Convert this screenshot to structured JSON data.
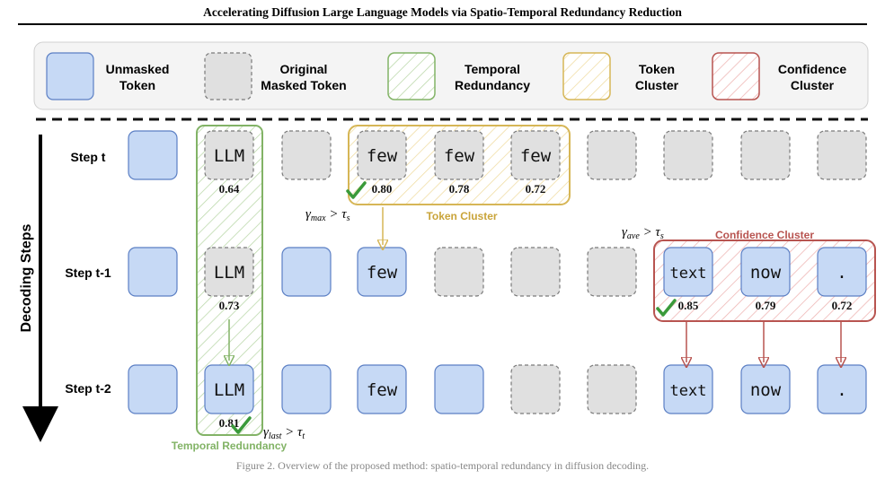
{
  "header": {
    "title": "Accelerating Diffusion Large Language Models via Spatio-Temporal Redundancy Reduction"
  },
  "legend": {
    "items": [
      {
        "line1": "Unmasked",
        "line2": "Token"
      },
      {
        "line1": "Original",
        "line2": "Masked Token"
      },
      {
        "line1": "Temporal",
        "line2": "Redundancy"
      },
      {
        "line1": "Token",
        "line2": "Cluster"
      },
      {
        "line1": "Confidence",
        "line2": "Cluster"
      }
    ]
  },
  "axis": {
    "label": "Decoding Steps"
  },
  "steps": [
    {
      "label": "Step t",
      "tokens": {
        "1": "LLM",
        "3": "few",
        "4": "few",
        "5": "few"
      },
      "conf": {
        "1": "0.64",
        "3": "0.80",
        "4": "0.78",
        "5": "0.72"
      }
    },
    {
      "label": "Step t-1",
      "tokens": {
        "1": "LLM",
        "3": "few",
        "7": "text",
        "8": "now",
        "9": "."
      },
      "conf": {
        "1": "0.73",
        "7": "0.85",
        "8": "0.79",
        "9": "0.72"
      }
    },
    {
      "label": "Step t-2",
      "tokens": {
        "1": "LLM",
        "3": "few",
        "7": "text",
        "8": "now",
        "9": "."
      },
      "conf": {
        "1": "0.81"
      }
    }
  ],
  "annotations": {
    "token_cluster": "Token Cluster",
    "confidence_cluster": "Confidence Cluster",
    "temporal_redundancy": "Temporal Redundancy",
    "gamma_max": {
      "sym": "γ",
      "sub": "max",
      "rel": " > τ",
      "rsub": "s"
    },
    "gamma_ave": {
      "sym": "γ",
      "sub": "ave",
      "rel": " > τ",
      "rsub": "s"
    },
    "gamma_last": {
      "sym": "γ",
      "sub": "last",
      "rel": " > τ",
      "rsub": "t"
    }
  },
  "colors": {
    "unmasked_fill": "#c6d9f5",
    "unmasked_stroke": "#5b7fc4",
    "masked_fill": "#e0e0e0",
    "masked_stroke": "#7a7a7a",
    "temporal": "#82b366",
    "token_cluster": "#d6b656",
    "confidence": "#b85450",
    "check": "#3a9a3a"
  },
  "caption": "Figure 2. Overview of the proposed method: spatio-temporal redundancy in diffusion decoding."
}
